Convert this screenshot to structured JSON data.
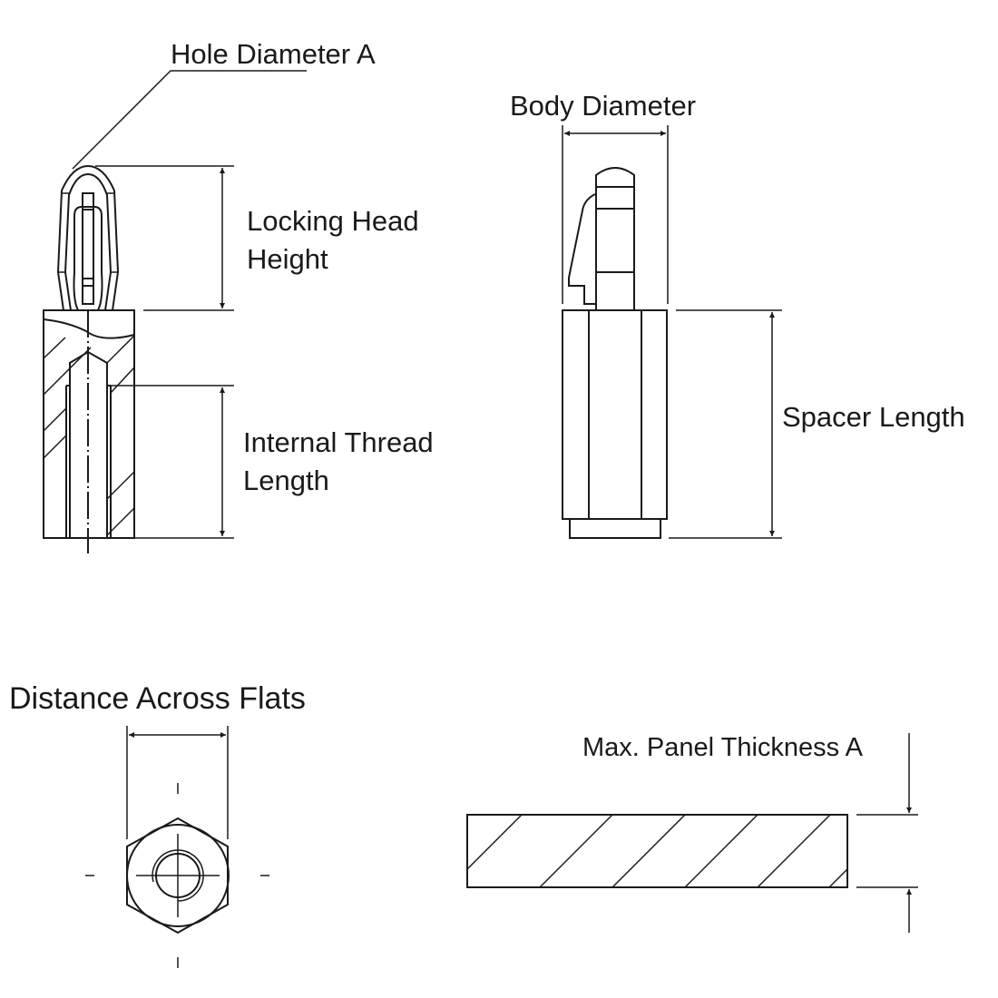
{
  "labels": {
    "hole_diameter": "Hole Diameter A",
    "body_diameter": "Body Diameter",
    "locking_head_line1": "Locking Head",
    "locking_head_line2": "Height",
    "internal_thread_line1": "Internal Thread",
    "internal_thread_line2": "Length",
    "spacer_length": "Spacer Length",
    "distance_across_flats": "Distance Across Flats",
    "max_panel_thickness": "Max. Panel Thickness A"
  },
  "colors": {
    "line": "#1a1a1a",
    "background": "#ffffff"
  }
}
